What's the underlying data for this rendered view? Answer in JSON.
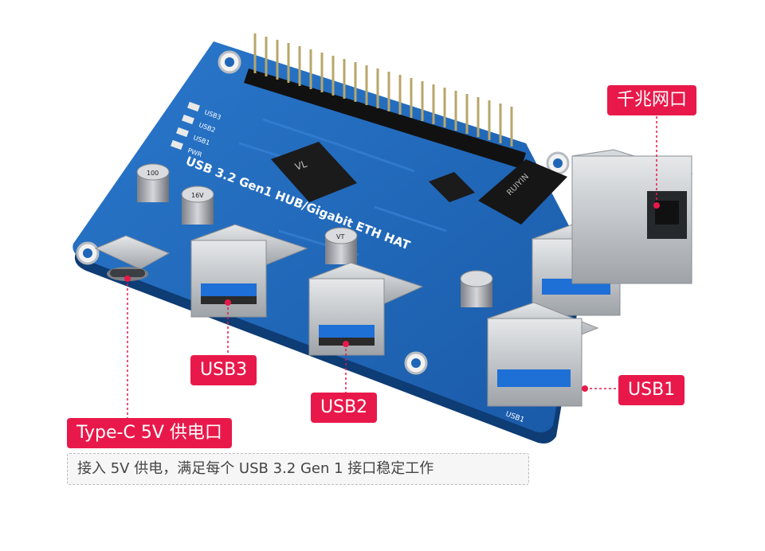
{
  "callouts": {
    "ethernet": "千兆网口",
    "usb3": "USB3",
    "usb2": "USB2",
    "usb1": "USB1",
    "typec": "Type-C 5V 供电口"
  },
  "note": "接入 5V 供电，满足每个 USB 3.2 Gen 1 接口稳定工作",
  "board": {
    "silk_title": "USB 3.2 Gen1 HUB/Gigabit ETH HAT",
    "led_labels": [
      "USB3",
      "USB2",
      "USB1",
      "PWR"
    ],
    "capacitor_text": [
      "100",
      "16V",
      "VT"
    ],
    "chip_text": "VL",
    "transformer_text": "RUIYIN",
    "port_silk": "USB1"
  },
  "colors": {
    "accent": "#e8194a",
    "pcb": "#1f66b8",
    "usb_blue": "#1e6fd6",
    "metal": "#c9ccd0"
  }
}
